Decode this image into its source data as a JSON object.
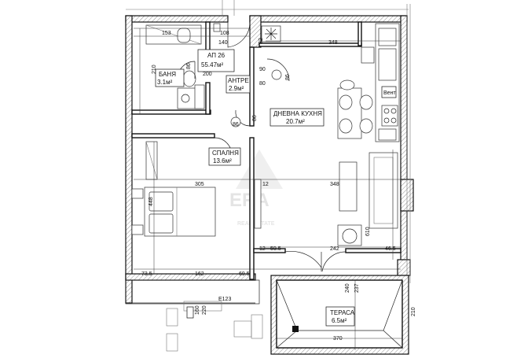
{
  "apartment": {
    "label": "АП 26",
    "area": "55.47м²"
  },
  "rooms": {
    "bathroom": {
      "name": "БАНЯ",
      "area": "3.1м²"
    },
    "hall": {
      "name": "АНТРЕ",
      "area": "2.9м²"
    },
    "living": {
      "name": "ДНЕВНА КУХНЯ",
      "area": "20.7м²"
    },
    "bedroom": {
      "name": "СПАЛНЯ",
      "area": "13.6м²"
    },
    "terrace": {
      "name": "ТЕРАСА",
      "area": "6.5м²"
    }
  },
  "dims": {
    "d153": "153",
    "d108": "108",
    "d140": "140",
    "d82a": "82",
    "d348top": "348",
    "d210": "210",
    "d80a": "80",
    "d90a": "90",
    "d80b": "80",
    "d200": "200",
    "d86a": "86",
    "d86b": "86",
    "d86c": "86",
    "d86d": "86",
    "d305": "305",
    "d348mid": "348",
    "d448": "448",
    "d12a": "12",
    "d12b": "12",
    "d59": "59.5",
    "d242": "242",
    "d46": "46.5",
    "d610": "610",
    "d73": "73.5",
    "d162": "162",
    "d69": "69.5",
    "d240": "240",
    "d237": "237",
    "d160": "160",
    "d220": "220",
    "d210b": "210",
    "d370": "370",
    "d123": "Е123"
  },
  "appliance": {
    "label": "Вент"
  },
  "watermark": {
    "brand": "ЕRА",
    "sub": "REAL ESTATE"
  }
}
